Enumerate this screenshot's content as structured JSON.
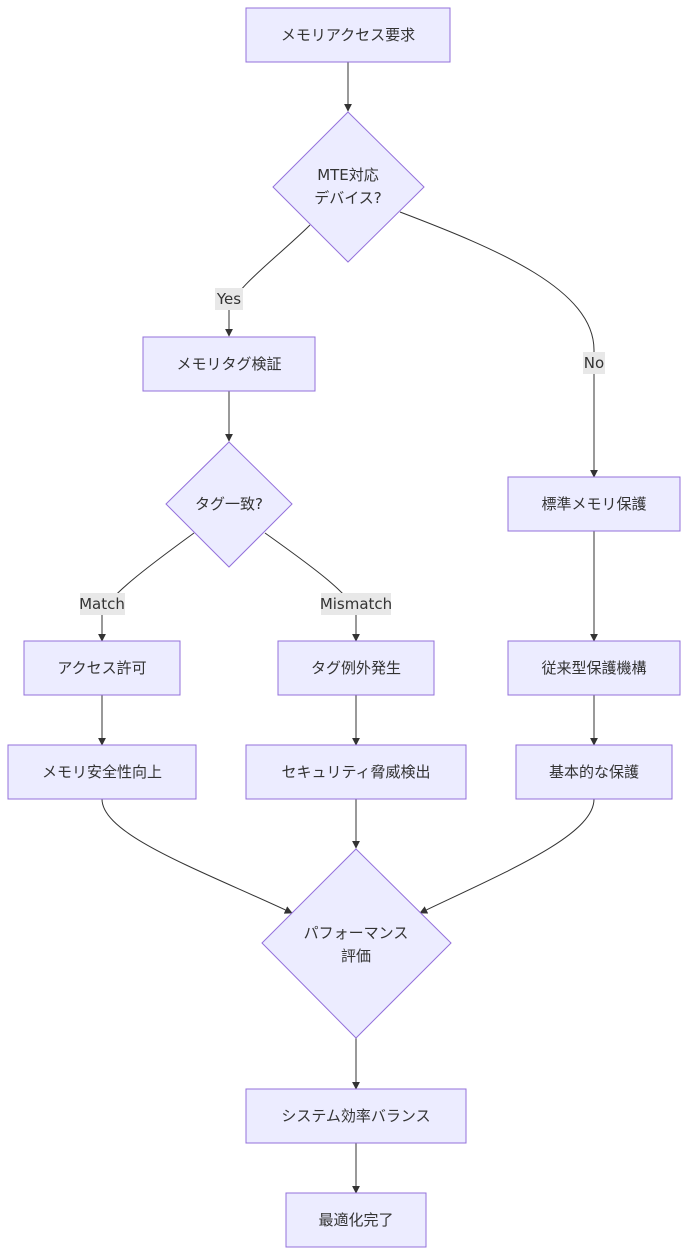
{
  "nodes": {
    "start": "メモリアクセス要求",
    "mte_line1": "MTE対応",
    "mte_line2": "デバイス?",
    "tag_verify": "メモリタグ検証",
    "tag_match": "タグ一致?",
    "std_protect": "標準メモリ保護",
    "access_ok": "アクセス許可",
    "tag_exception": "タグ例外発生",
    "legacy": "従来型保護機構",
    "mem_safety": "メモリ安全性向上",
    "threat_detect": "セキュリティ脅威検出",
    "basic": "基本的な保護",
    "perf_line1": "パフォーマンス",
    "perf_line2": "評価",
    "balance": "システム効率バランス",
    "done": "最適化完了"
  },
  "edges": {
    "yes": "Yes",
    "no": "No",
    "match": "Match",
    "mismatch": "Mismatch"
  },
  "colors": {
    "node_fill": "#ECECFF",
    "node_stroke": "#9370DB",
    "edge": "#333333",
    "label_bg": "#e8e8e8"
  }
}
